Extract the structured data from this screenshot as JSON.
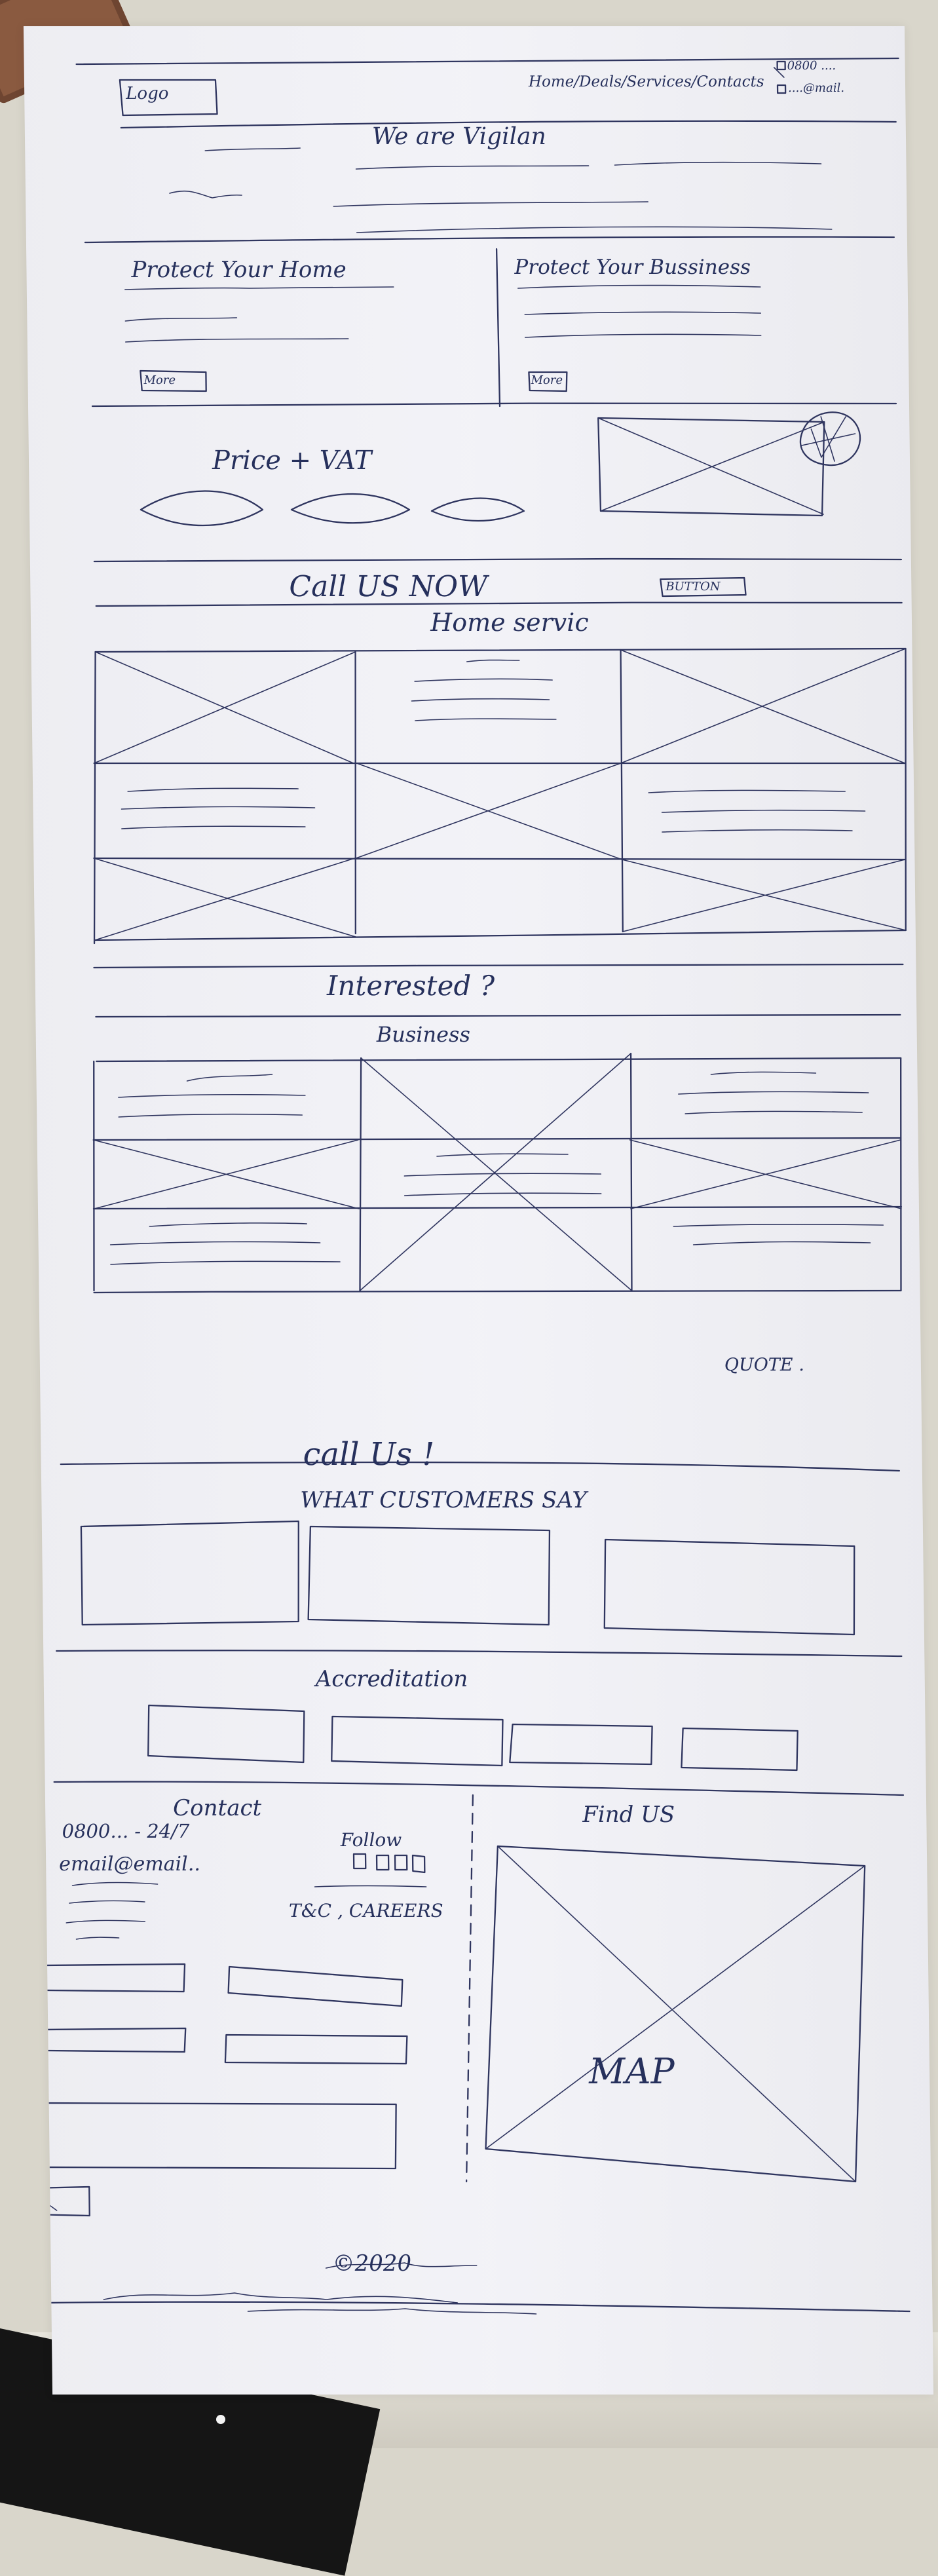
{
  "header": {
    "logo": "Logo",
    "nav": "Home/Deals/Services/Contacts",
    "phone": "0800 ....",
    "email": "....@mail."
  },
  "hero": {
    "title": "We are Vigilan"
  },
  "protect": {
    "home_title": "Protect Your Home",
    "home_more": "More",
    "business_title": "Protect Your Bussiness",
    "business_more": "More"
  },
  "price": {
    "label": "Price + VAT"
  },
  "callus": {
    "label": "Call US NOW",
    "button": "BUTTON"
  },
  "home_services": {
    "title": "Home servic"
  },
  "interested": {
    "title": "Interested ?",
    "subtitle": "Business",
    "quote": "QUOTE ."
  },
  "call_us2": {
    "label": "call Us !"
  },
  "testimonials": {
    "title": "WHAT CUSTOMERS SAY"
  },
  "accreditations": {
    "title": "Accreditation"
  },
  "contact": {
    "title": "Contact",
    "phone": "0800... - 24/7",
    "email": "email@email..",
    "follow": "Follow",
    "links": "T&C , CAREERS"
  },
  "find_us": {
    "title": "Find US",
    "map": "MAP"
  },
  "footer": {
    "copyright": "©2020"
  }
}
